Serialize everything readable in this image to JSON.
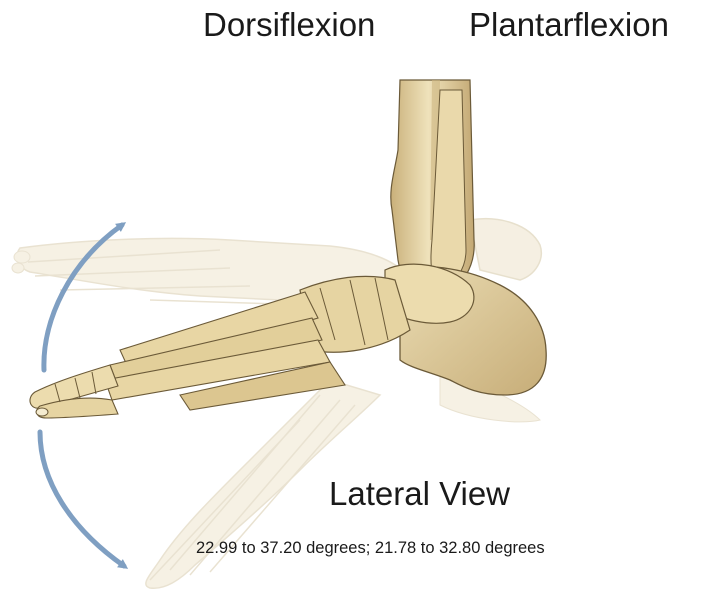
{
  "labels": {
    "dorsiflexion": "Dorsiflexion",
    "plantarflexion": "Plantarflexion",
    "view": "Lateral View",
    "range": "22.99 to 37.20 degrees; 21.78 to 32.80 degrees"
  },
  "colors": {
    "bone": "#e6d5a6",
    "bone_shade": "#c9b07a",
    "bone_outline": "#6b5a38",
    "ghost_bone": "#efe6cf",
    "ghost_outline": "#d8ccad",
    "arrow": "#7f9fc2"
  },
  "icons": {
    "arrow_up": "curved-arrow-up-icon",
    "arrow_down": "curved-arrow-down-icon"
  }
}
